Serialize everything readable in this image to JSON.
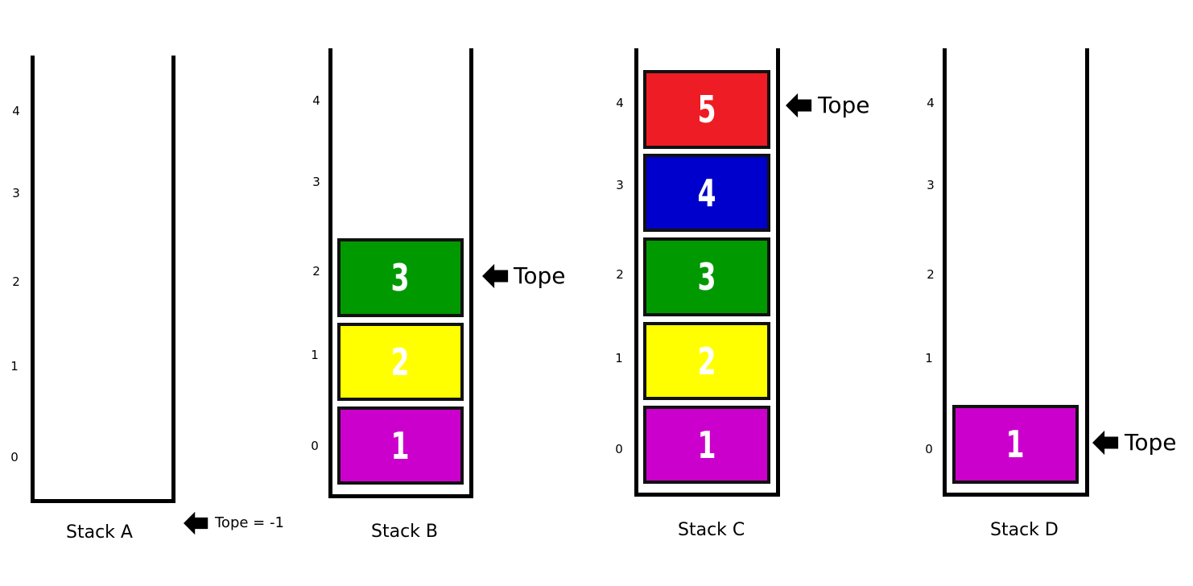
{
  "stacks": [
    {
      "id": "a",
      "label": "Stack A",
      "indices": [
        "4",
        "3",
        "2",
        "1",
        "0"
      ],
      "elements": [],
      "pointer": "Tope = -1"
    },
    {
      "id": "b",
      "label": "Stack B",
      "indices": [
        "4",
        "3",
        "2",
        "1",
        "0"
      ],
      "elements": [
        {
          "value": "1",
          "color": "#cc00cc"
        },
        {
          "value": "2",
          "color": "#ffff00"
        },
        {
          "value": "3",
          "color": "#009900"
        }
      ],
      "pointer": "Tope"
    },
    {
      "id": "c",
      "label": "Stack C",
      "indices": [
        "4",
        "3",
        "2",
        "1",
        "0"
      ],
      "elements": [
        {
          "value": "1",
          "color": "#cc00cc"
        },
        {
          "value": "2",
          "color": "#ffff00"
        },
        {
          "value": "3",
          "color": "#009900"
        },
        {
          "value": "4",
          "color": "#0000cc"
        },
        {
          "value": "5",
          "color": "#ee1c24"
        }
      ],
      "pointer": "Tope"
    },
    {
      "id": "d",
      "label": "Stack D",
      "indices": [
        "4",
        "3",
        "2",
        "1",
        "0"
      ],
      "elements": [
        {
          "value": "1",
          "color": "#cc00cc"
        }
      ],
      "pointer": "Tope"
    }
  ],
  "icons": {
    "pointer_arrow": "left-arrow-icon"
  }
}
